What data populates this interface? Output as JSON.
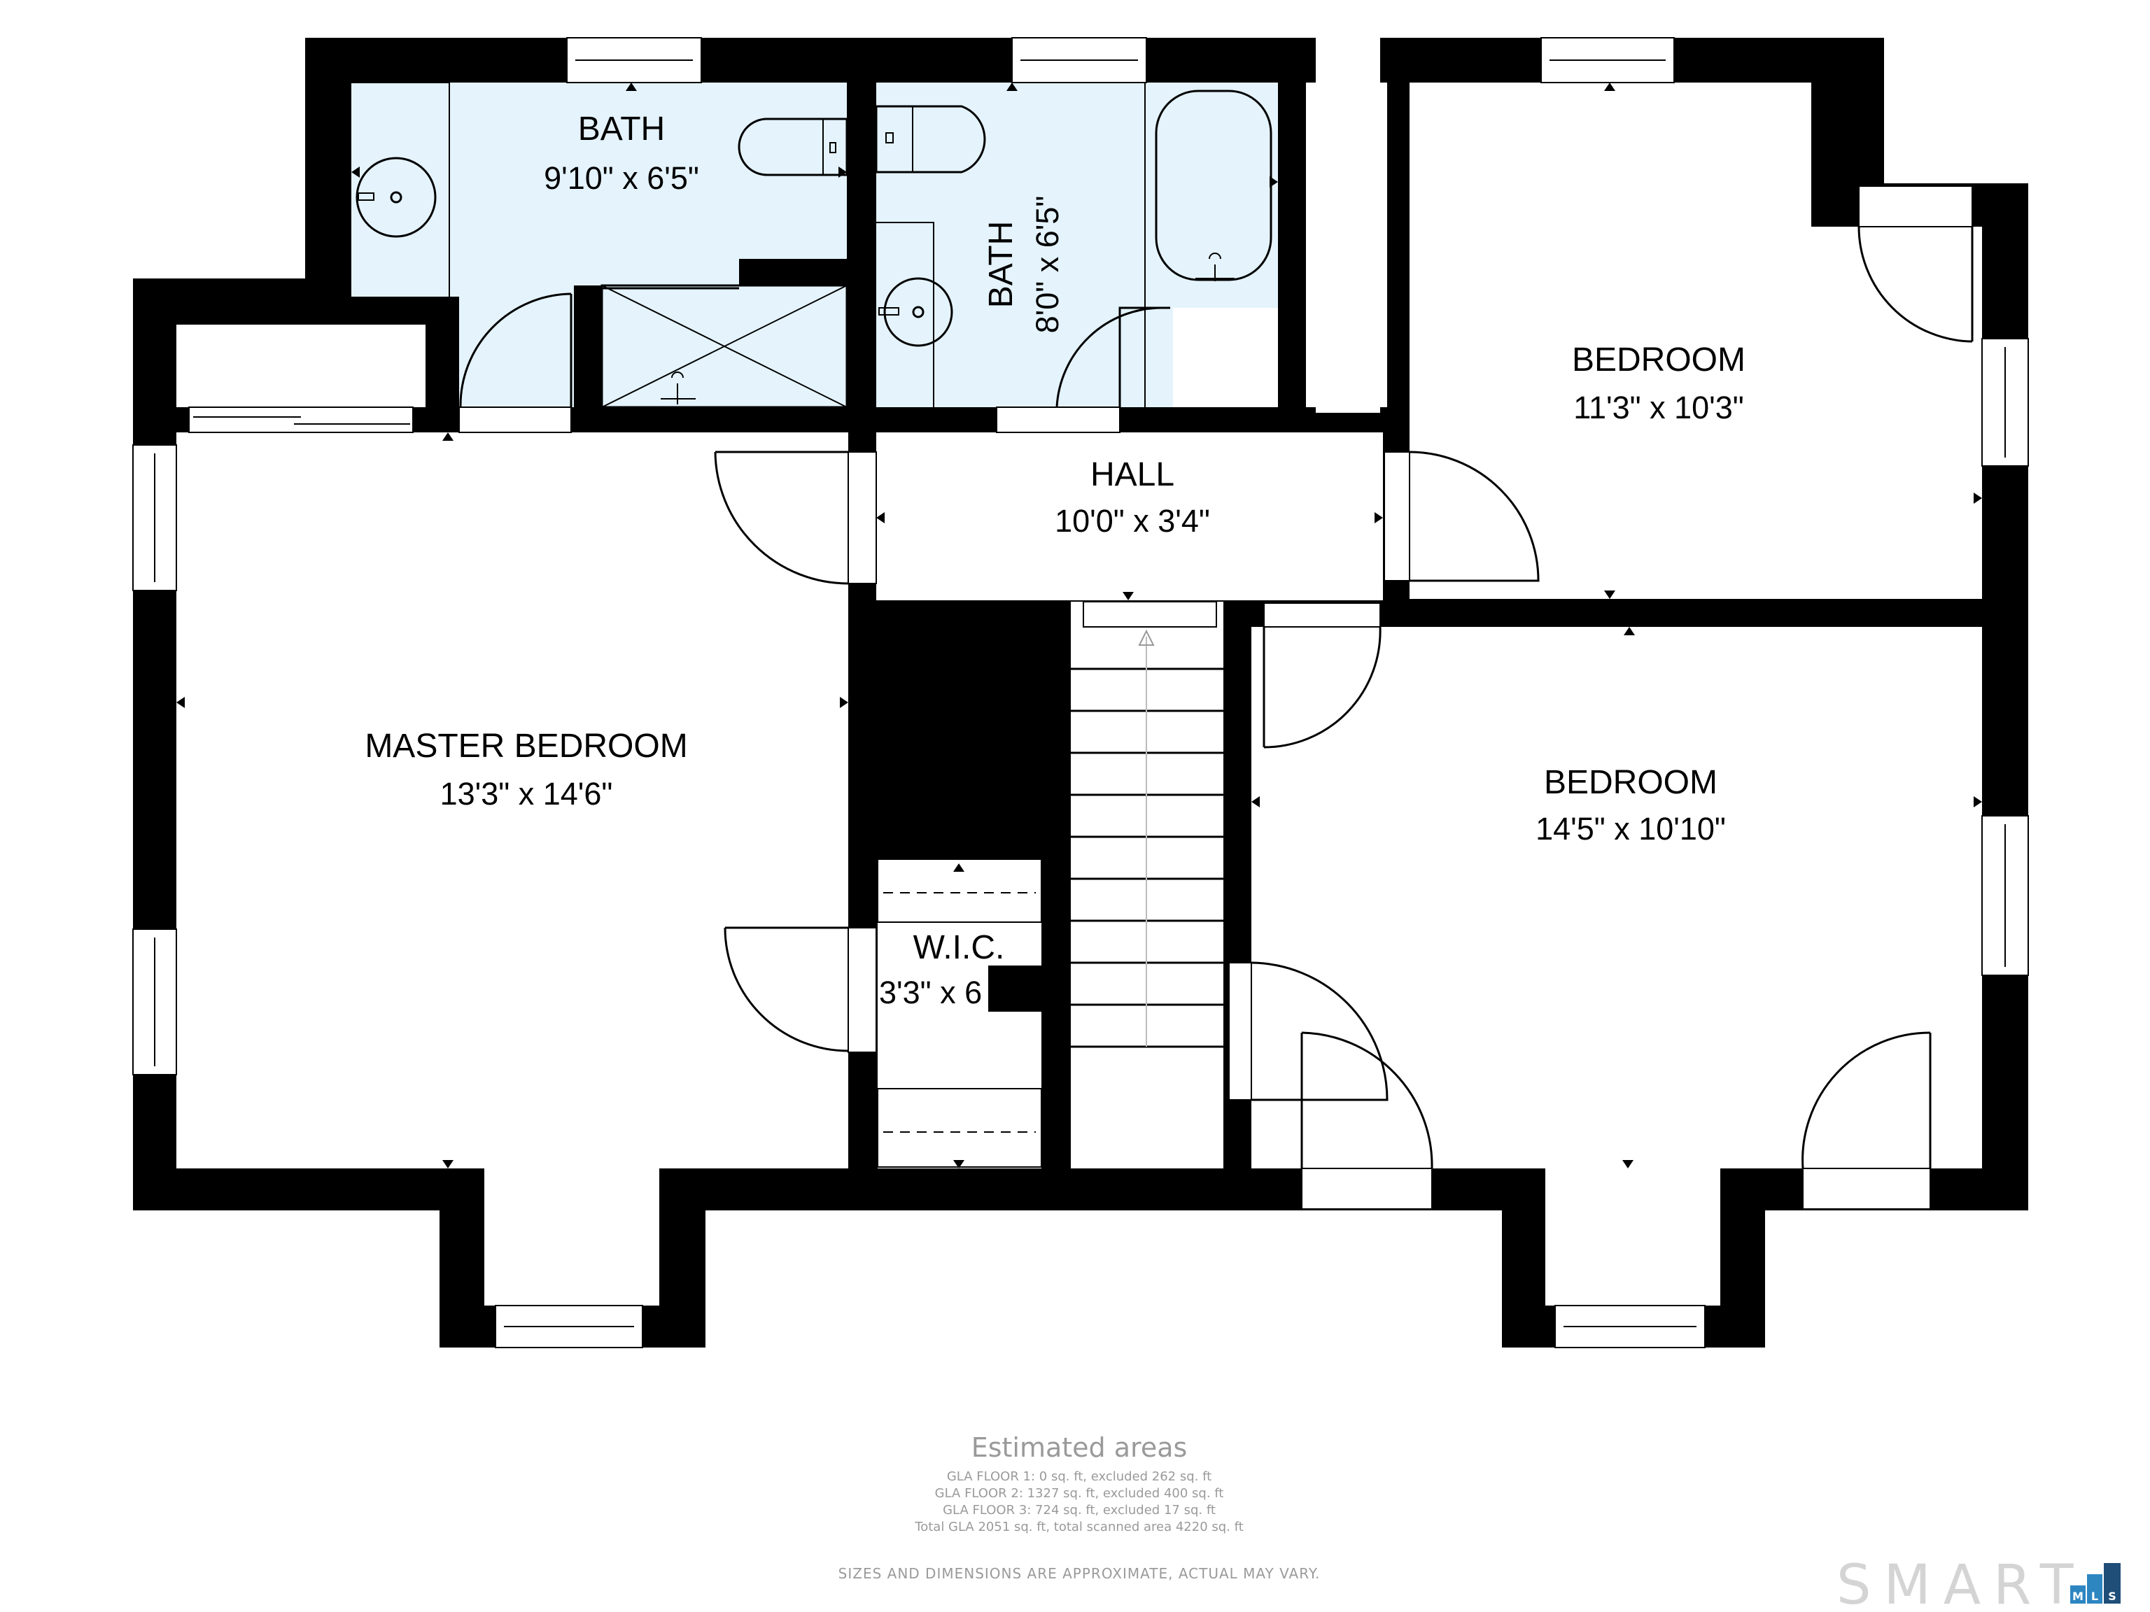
{
  "colors": {
    "wall": "#000000",
    "bath_fill": "#e4f3fc",
    "room_fill": "#ffffff",
    "note_text": "#9a9a9a",
    "logo_text": "#d4d4d4",
    "logo_square_light": "#2e86c1",
    "logo_square_dark": "#1f4e79"
  },
  "rooms": {
    "bath1": {
      "name": "BATH",
      "dims": "9'10\" x 6'5\""
    },
    "bath2": {
      "name": "BATH",
      "dims": "8'0\" x 6'5\""
    },
    "bedroom_ne": {
      "name": "BEDROOM",
      "dims": "11'3\" x 10'3\""
    },
    "hall": {
      "name": "HALL",
      "dims": "10'0\" x 3'4\""
    },
    "master": {
      "name": "MASTER BEDROOM",
      "dims": "13'3\" x 14'6\""
    },
    "bedroom_se": {
      "name": "BEDROOM",
      "dims": "14'5\" x 10'10\""
    },
    "wic": {
      "name": "W.I.C.",
      "dims": "3'3\" x 6"
    }
  },
  "estimated_areas": {
    "title": "Estimated areas",
    "lines": [
      "GLA FLOOR 1: 0 sq. ft, excluded 262 sq. ft",
      "GLA FLOOR 2: 1327 sq. ft, excluded 400 sq. ft",
      "GLA FLOOR 3: 724 sq. ft, excluded 17 sq. ft",
      "Total GLA 2051 sq. ft, total scanned area 4220 sq. ft"
    ]
  },
  "disclaimer": "SIZES AND DIMENSIONS ARE APPROXIMATE, ACTUAL MAY VARY.",
  "logo": {
    "text": "SMART",
    "letters": [
      "M",
      "L",
      "S"
    ]
  }
}
